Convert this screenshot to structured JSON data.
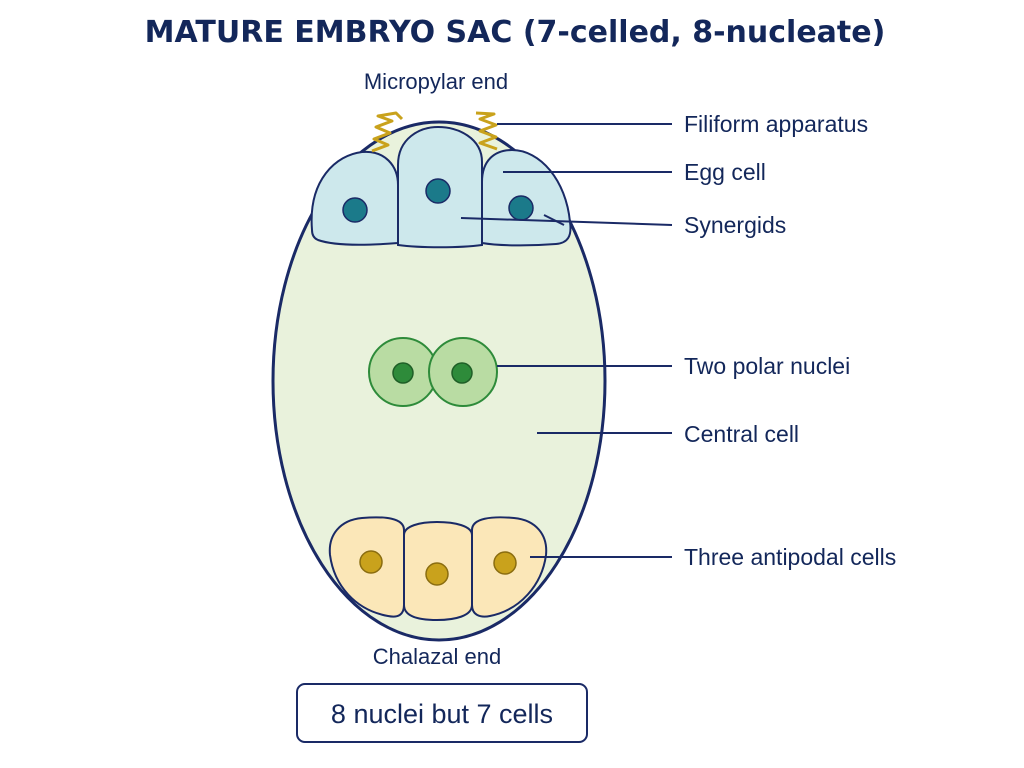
{
  "title": "MATURE EMBRYO SAC (7-celled, 8-nucleate)",
  "ends": {
    "micropylar": "Micropylar end",
    "chalazal": "Chalazal end"
  },
  "labels": {
    "filiform": "Filiform apparatus",
    "egg_cell": "Egg cell",
    "synergids": "Synergids",
    "polar_nuclei": "Two polar nuclei",
    "central_cell": "Central cell",
    "antipodal": "Three antipodal cells"
  },
  "note": "8 nuclei but 7 cells",
  "colors": {
    "outline": "#1a2a66",
    "central_fill": "#e9f2dc",
    "egg_apparatus_fill": "#cde8ec",
    "egg_nucleus": "#1b7a8a",
    "polar_fill": "#b9dca3",
    "polar_nucleus": "#2e8b3a",
    "antipodal_fill": "#fbe7b8",
    "antipodal_nucleus": "#c9a21c",
    "filiform": "#c9a21c"
  }
}
